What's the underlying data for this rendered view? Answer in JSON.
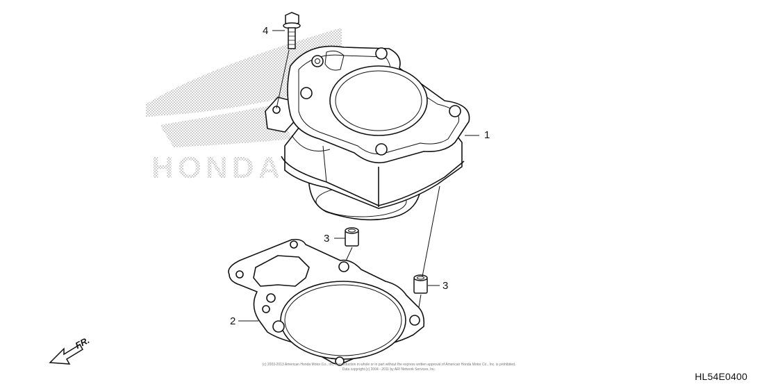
{
  "diagram": {
    "code": "HL54E0400",
    "direction_label": "FR.",
    "watermark_text": "HONDA",
    "copyright_line1": "(c) 2003-2013 American Honda Motor Co., Inc. Reproduction in whole or in part without the express written approval of American Honda Motor Co., Inc. is prohibited.",
    "copyright_line2": "Data copyright (c) 2004 - 2011 by ARI Network Services, Inc.",
    "callouts": [
      {
        "id": "cylinder",
        "label": "1"
      },
      {
        "id": "gasket",
        "label": "2"
      },
      {
        "id": "dowel-left",
        "label": "3"
      },
      {
        "id": "dowel-right",
        "label": "3"
      },
      {
        "id": "bolt",
        "label": "4"
      }
    ]
  },
  "colors": {
    "line": "#111111",
    "watermark": "#b0b0b0"
  }
}
